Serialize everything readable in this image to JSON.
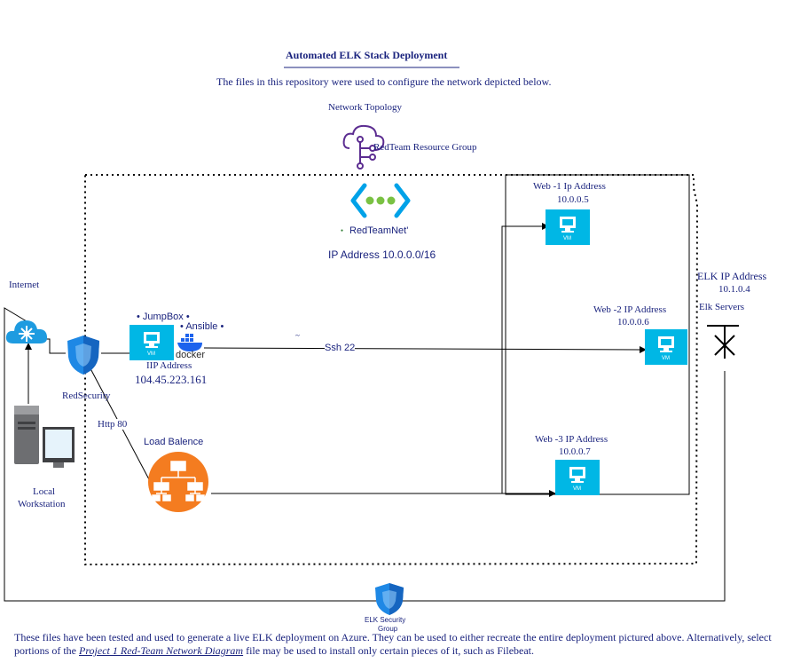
{
  "header": {
    "title": "Automated ELK Stack Deployment",
    "subtitle": "The files in this repository were used to configure the network depicted below."
  },
  "diagram": {
    "network_topology": "Network Topology",
    "resource_group": "RedTeam Resource Group",
    "vnet_name": "RedTeamNet'",
    "vnet_ip": "IP Address 10.0.0.0/16",
    "internet": "Internet",
    "red_security": "RedSecurity",
    "local_workstation_line1": "Local",
    "local_workstation_line2": "Workstation",
    "jumpbox": "JumpBox",
    "ansible": "Ansible",
    "docker": "docker",
    "jumpbox_ip_label": "IIP Address",
    "jumpbox_ip": "104.45.223.161",
    "http": "Http 80",
    "ssh": "Ssh 22",
    "load_balancer": "Load Balence",
    "web1_label": "Web -1 Ip Address",
    "web1_ip": "10.0.0.5",
    "web2_label": "Web -2 IP Address",
    "web2_ip": "10.0.0.6",
    "web3_label": "Web -3 IP Address",
    "web3_ip": "10.0.0.7",
    "elk_label": "ELK IP Address",
    "elk_ip": "10.1.0.4",
    "elk_servers": "Elk Servers",
    "elk_sg_line1": "ELK Security",
    "elk_sg_line2": "Group",
    "vm_badge": "VM"
  },
  "footer": {
    "text_before": "These files have been tested and used to generate a live ELK deployment on Azure. They can be used to either recreate the entire deployment pictured above. Alternatively, select portions of the ",
    "link": "Project 1 Red-Team Network Diagram",
    "text_after": " file may be used to install only certain pieces of it, such as Filebeat."
  },
  "colors": {
    "text": "#1a237e",
    "azure": "#00b7e5",
    "shield": "#1e88e5",
    "lb_orange": "#f47c20",
    "vnet_purple": "#5c2d91",
    "vnet_green": "#7ac143"
  }
}
